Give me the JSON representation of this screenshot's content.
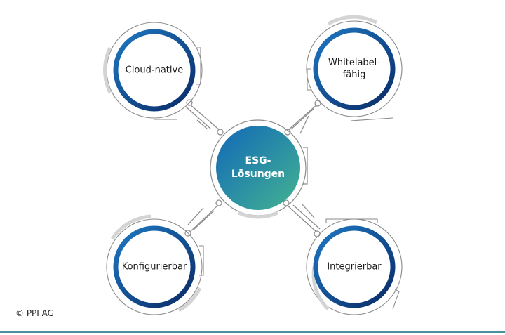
{
  "diagram": {
    "center": {
      "line1": "ESG-",
      "line2": "Lösungen"
    },
    "nodes": [
      {
        "id": "top-left",
        "line1": "Cloud-native",
        "line2": ""
      },
      {
        "id": "top-right",
        "line1": "Whitelabel-",
        "line2": "fähig"
      },
      {
        "id": "bottom-left",
        "line1": "Konfigurierbar",
        "line2": ""
      },
      {
        "id": "bottom-right",
        "line1": "Integrierbar",
        "line2": ""
      }
    ]
  },
  "footer": {
    "copyright": "© PPI AG"
  },
  "colors": {
    "ring_dark": "#0b2f6b",
    "ring_light": "#1a6fb8",
    "center_top": "#1571b8",
    "center_bottom": "#3aab94",
    "outline": "#8a8a8a",
    "accent_gray": "#d4d4d4",
    "rule": "#4a8fa0"
  }
}
